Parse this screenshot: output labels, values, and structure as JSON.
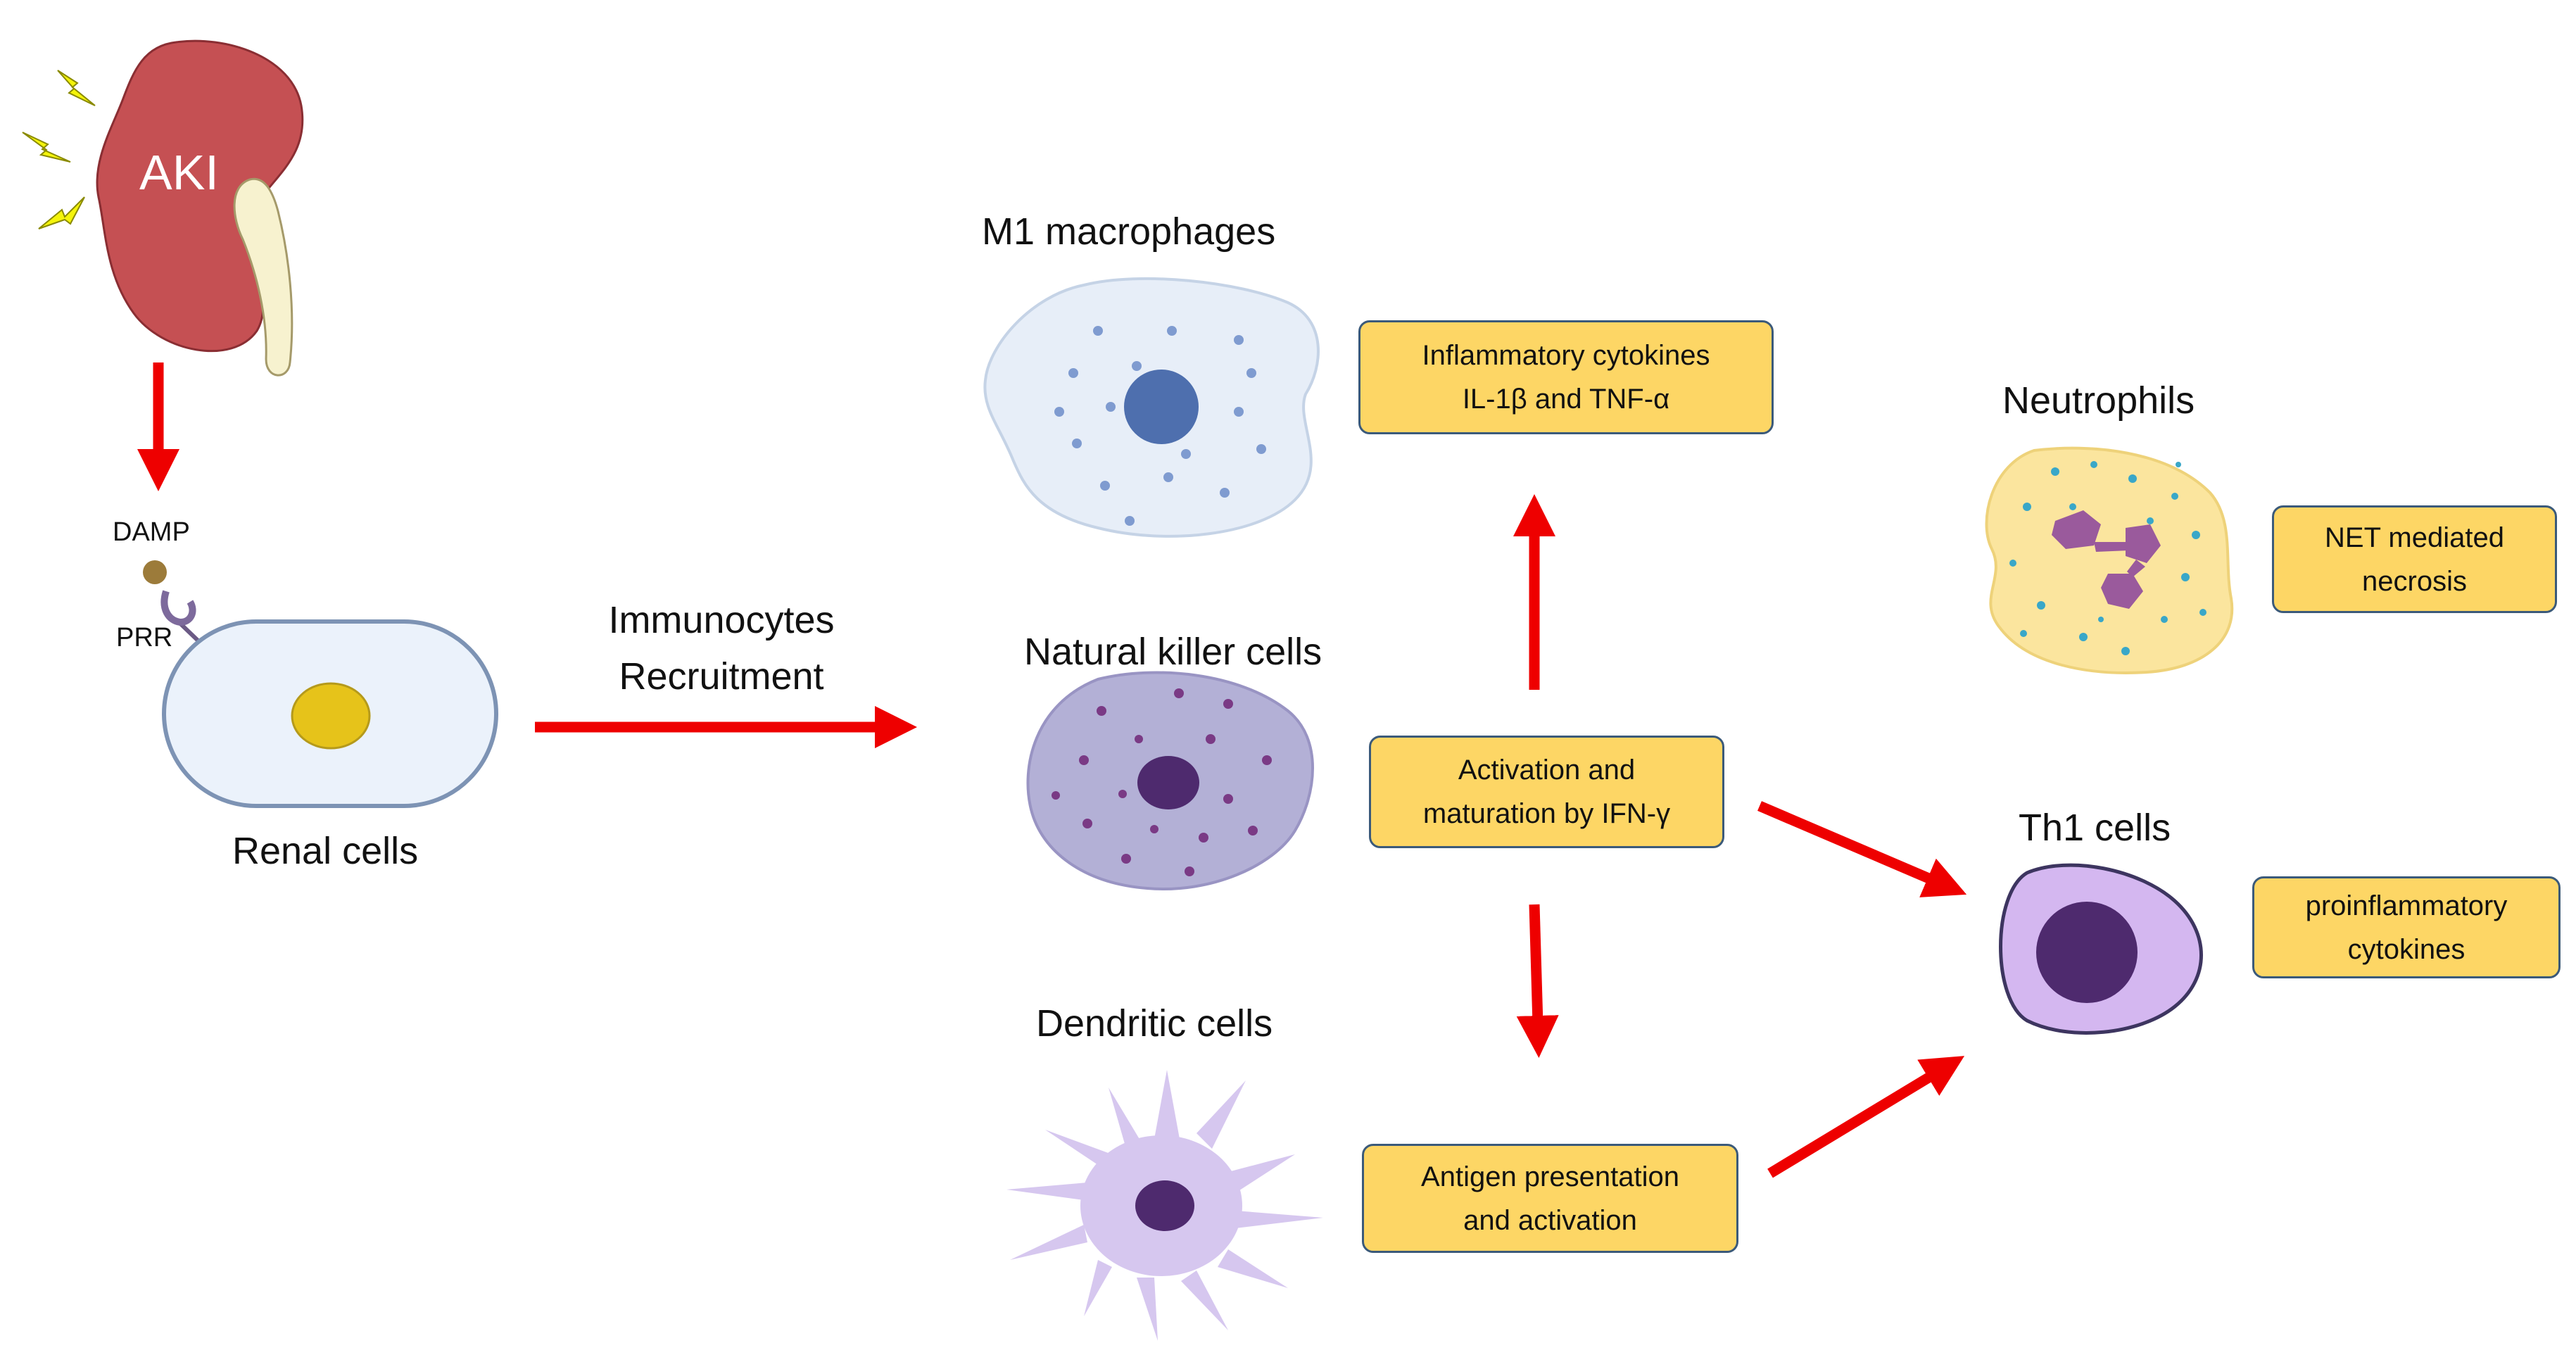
{
  "aki": {
    "label": "AKI"
  },
  "renal": {
    "damp": "DAMP",
    "prr": "PRR",
    "label": "Renal cells"
  },
  "recruitment": {
    "line1": "Immunocytes",
    "line2": "Recruitment"
  },
  "m1": {
    "title": "M1 macrophages",
    "box_line1": "Inflammatory cytokines",
    "box_line2": "IL-1β and TNF-α"
  },
  "nk": {
    "title": "Natural killer cells",
    "box_line1": "Activation and",
    "box_line2": "maturation by IFN-γ"
  },
  "dc": {
    "title": "Dendritic cells",
    "box_line1": "Antigen presentation",
    "box_line2": "and activation"
  },
  "neutrophils": {
    "title": "Neutrophils",
    "box_line1": "NET mediated",
    "box_line2": "necrosis"
  },
  "th1": {
    "title": "Th1 cells",
    "box_line1": "proinflammatory",
    "box_line2": "cytokines"
  },
  "colors": {
    "arrow": "#ee0000",
    "kidney": "#c55053",
    "box_fill": "#fdd665",
    "box_border": "#3b5a7a",
    "lightning": "#f4f40a"
  }
}
